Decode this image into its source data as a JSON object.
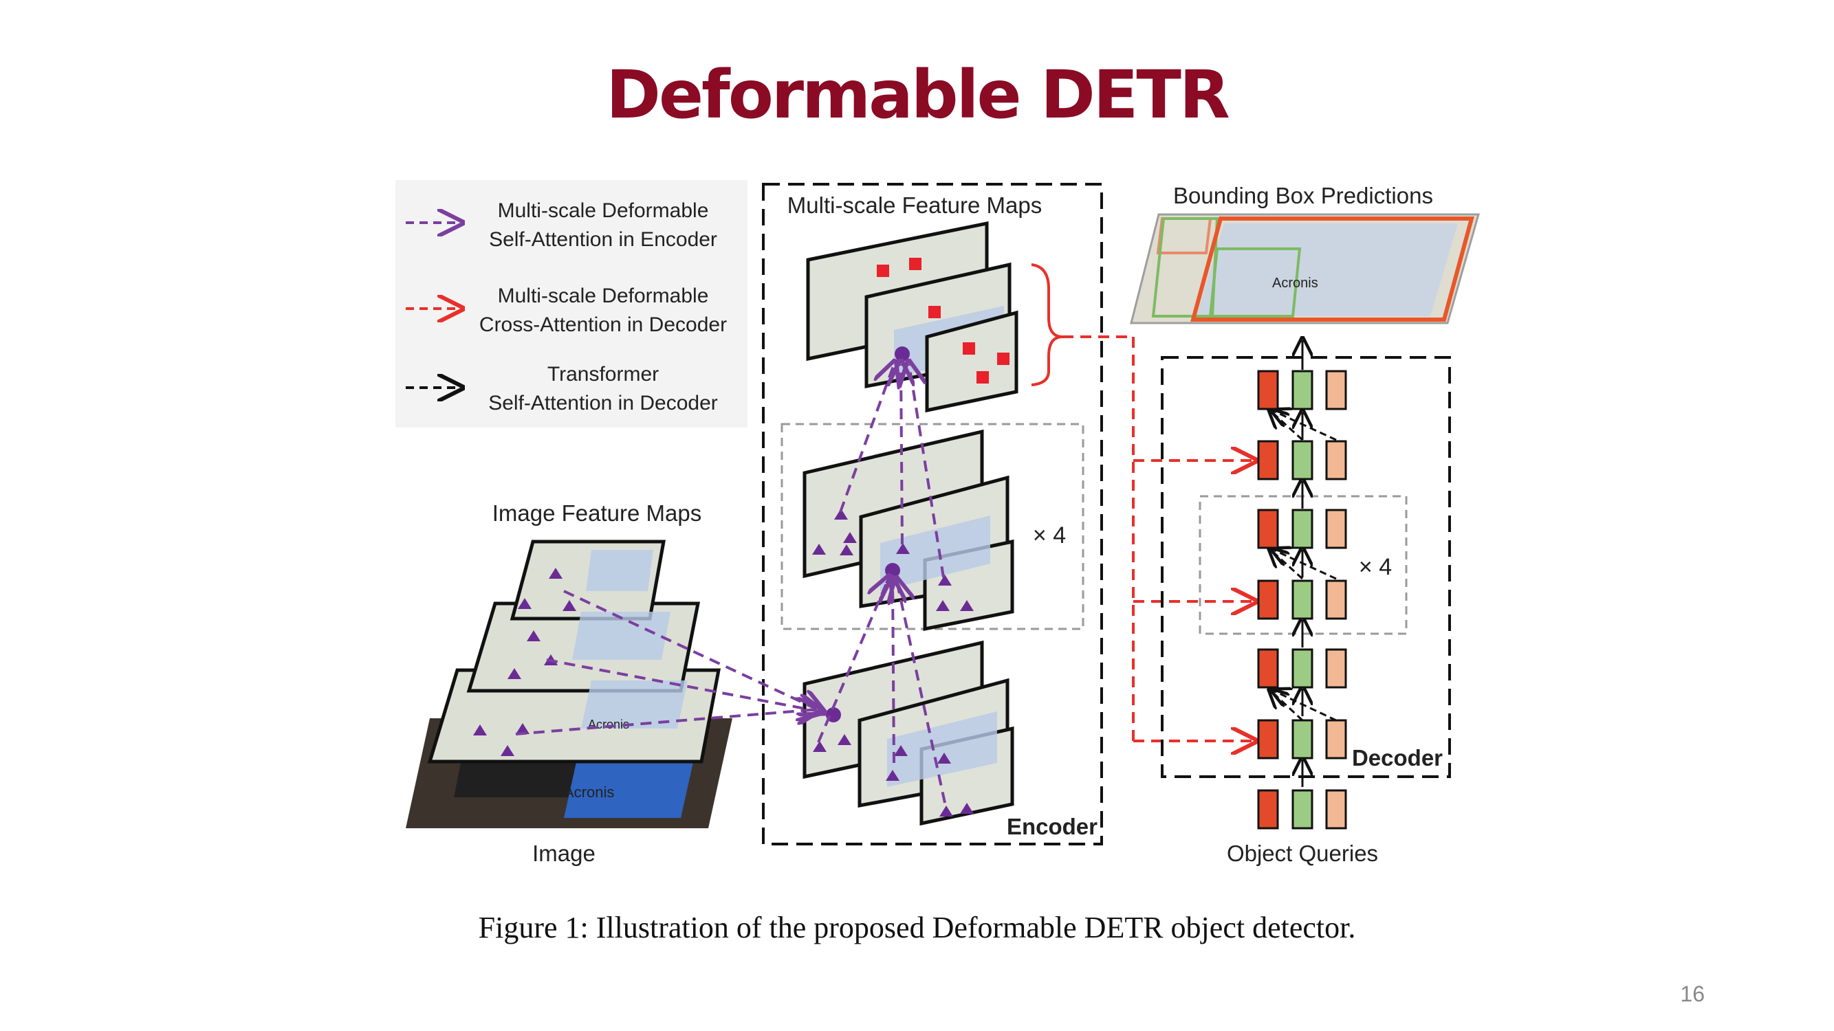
{
  "slide": {
    "title": "Deformable DETR",
    "page_number": "16"
  },
  "legend": {
    "encoder_attention": [
      "Multi-scale Deformable",
      "Self-Attention in Encoder"
    ],
    "decoder_cross_attention": [
      "Multi-scale Deformable",
      "Cross-Attention in Decoder"
    ],
    "decoder_self_attention": [
      "Transformer",
      "Self-Attention in Decoder"
    ]
  },
  "labels": {
    "multi_scale_feature_maps": "Multi-scale Feature Maps",
    "bounding_box_predictions": "Bounding Box Predictions",
    "image_feature_maps": "Image Feature Maps",
    "image": "Image",
    "encoder": "Encoder",
    "decoder": "Decoder",
    "object_queries": "Object Queries",
    "encoder_repeat": "× 4",
    "decoder_repeat": "× 4",
    "photo_sponsor": "Acronis"
  },
  "caption": "Figure 1: Illustration of the proposed Deformable DETR object detector.",
  "colors": {
    "title": "#8b0a24",
    "encoder_arrow": "#7b3fa0",
    "cross_arrow": "#e8302a",
    "self_arrow": "#111111",
    "query_red": "#e34a2a",
    "query_green": "#9ccc84",
    "query_orange": "#f2b894"
  }
}
